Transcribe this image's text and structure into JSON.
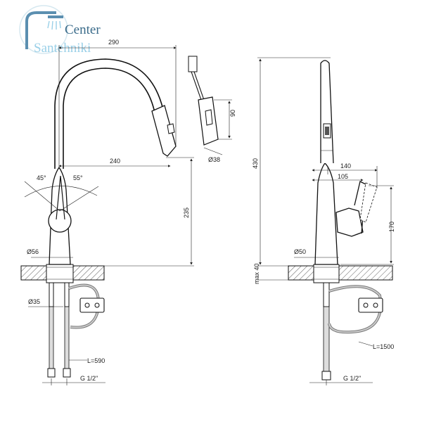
{
  "logo": {
    "line1": "Center",
    "line2": "Santehniki",
    "icon": "shower-head-icon",
    "colors": {
      "primary": "#3a6b8a",
      "accent": "#9ad0e8"
    }
  },
  "front_view": {
    "dims": {
      "reach_total": "290",
      "reach_spout": "240",
      "angle_left": "45°",
      "angle_right": "55°",
      "height_spout": "235",
      "base_diameter": "Ø56",
      "hole_diameter": "Ø35",
      "spray_height": "90",
      "spray_diameter": "Ø38",
      "hose_length": "L=590",
      "thread": "G 1/2\""
    }
  },
  "side_view": {
    "dims": {
      "total_height": "430",
      "depth_total": "140",
      "depth_handle": "105",
      "handle_height": "170",
      "base_diameter": "Ø50",
      "max_thickness": "max 40",
      "hose_length": "L=1500",
      "thread": "G 1/2\""
    }
  }
}
